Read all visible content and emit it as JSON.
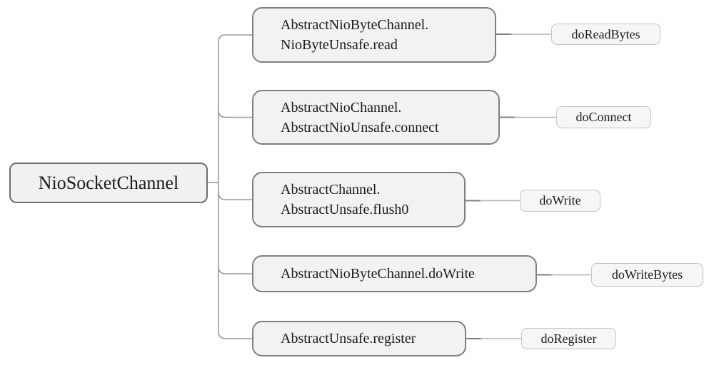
{
  "diagram": {
    "root": {
      "label": "NioSocketChannel"
    },
    "branches": [
      {
        "method_lines": [
          "AbstractNioByteChannel.",
          "NioByteUnsafe.read"
        ],
        "delegate": "doReadBytes"
      },
      {
        "method_lines": [
          "AbstractNioChannel.",
          "AbstractNioUnsafe.connect"
        ],
        "delegate": "doConnect"
      },
      {
        "method_lines": [
          "AbstractChannel.",
          "AbstractUnsafe.flush0"
        ],
        "delegate": "doWrite"
      },
      {
        "method_lines": [
          "AbstractNioByteChannel.doWrite"
        ],
        "delegate": "doWriteBytes"
      },
      {
        "method_lines": [
          "AbstractUnsafe.register"
        ],
        "delegate": "doRegister"
      }
    ],
    "colors": {
      "background": "#ffffff",
      "node_fill": "#f2f2f2",
      "node_border": "#7f7f7f",
      "root_border": "#6e6e6e",
      "leaf_fill": "#f6f6f6",
      "leaf_border": "#c4c4c4",
      "connector": "#9a9a9a"
    }
  }
}
